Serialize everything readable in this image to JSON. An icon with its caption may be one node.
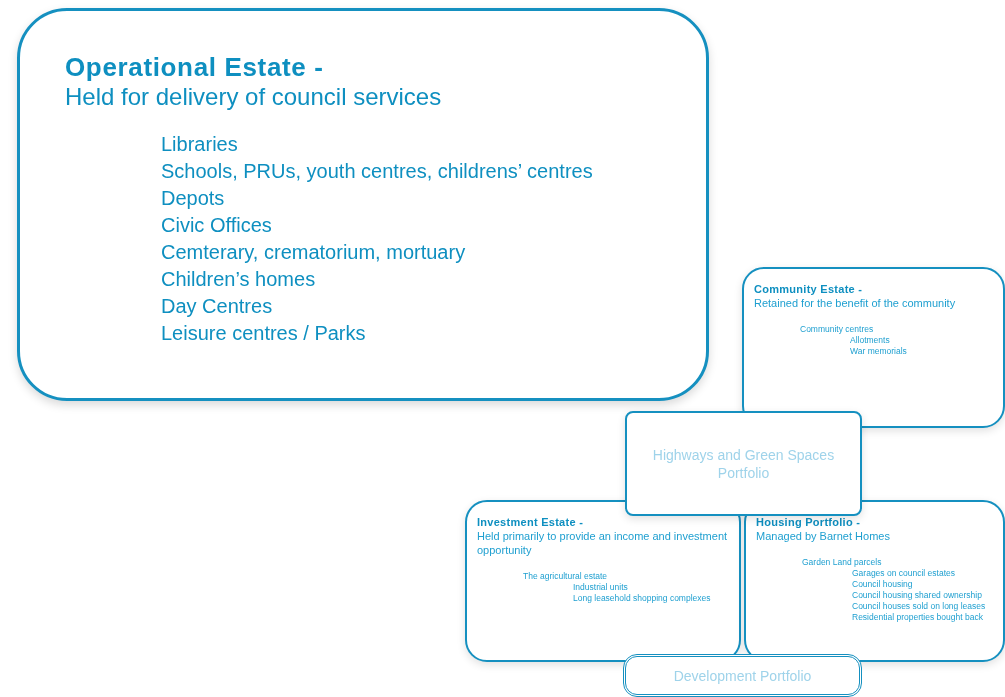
{
  "diagram": {
    "nodes": [
      {
        "text": [
          "Operational Estate  -",
          "Held for delivery of council services",
          "Libraries",
          "Schools, PRUs, youth centres, childrens’ centres",
          "Depots",
          "Civic Offices",
          "Cemterary, crematorium, mortuary",
          "Children’s homes",
          "Day Centres",
          "Leisure centres / Parks"
        ]
      },
      {
        "text": [
          "Community Estate -",
          "Retained for the benefit of the community",
          "Community centres",
          "Allotments",
          "War memorials"
        ]
      },
      {
        "text": [
          "Highways and Green Spaces Portfolio"
        ]
      },
      {
        "text": [
          "Investment Estate -",
          "Held primarily to provide an income and investment opportunity",
          "The agricultural estate",
          "Industrial units",
          "Long leasehold shopping complexes"
        ]
      },
      {
        "text": [
          "Housing Portfolio -",
          "Managed by Barnet Homes",
          "Garden Land parcels",
          "Garages on council estates",
          "Council housing",
          "Council housing shared ownership",
          "Council houses sold on long leases",
          "Residential properties bought back"
        ]
      },
      {
        "text": [
          "Development Portfolio"
        ]
      }
    ]
  }
}
